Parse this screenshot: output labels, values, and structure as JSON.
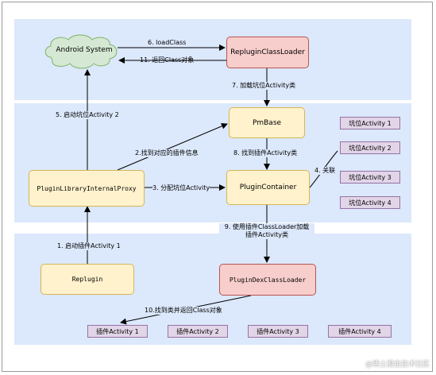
{
  "nodes": {
    "android_system": "Android System",
    "replugin_classloader": "RepluginClassLoader",
    "pmbase": "PmBase",
    "plugin_library_internal_proxy": "PluginLibraryInternalProxy",
    "plugin_container": "PluginContainer",
    "replugin": "Replugin",
    "plugin_dex_classloader": "PluginDexClassLoader"
  },
  "slots": [
    "坑位Activity 1",
    "坑位Activity 2",
    "坑位Activity 3",
    "坑位Activity 4"
  ],
  "plugin_activities": [
    "插件Activity 1",
    "插件Activity 2",
    "插件Activity 3",
    "插件Activity 4"
  ],
  "edges": {
    "e1": "1. 启动插件Activity 1",
    "e2": "2.找到对应的插件信息",
    "e3": "3. 分配坑位Activity",
    "e4": "4. 关联",
    "e5": "5. 启动坑位Activity 2",
    "e6": "6. loadClass",
    "e7": "7. 加载坑位Activity类",
    "e8": "8. 找到插件Activity类",
    "e9_line1": "9. 使用插件ClassLoader加载",
    "e9_line2": "插件Activity类",
    "e10": "10.找到类并返回Class对象",
    "e11": "11. 返回Class对象"
  },
  "watermark": "@稀土掘金技术社区"
}
